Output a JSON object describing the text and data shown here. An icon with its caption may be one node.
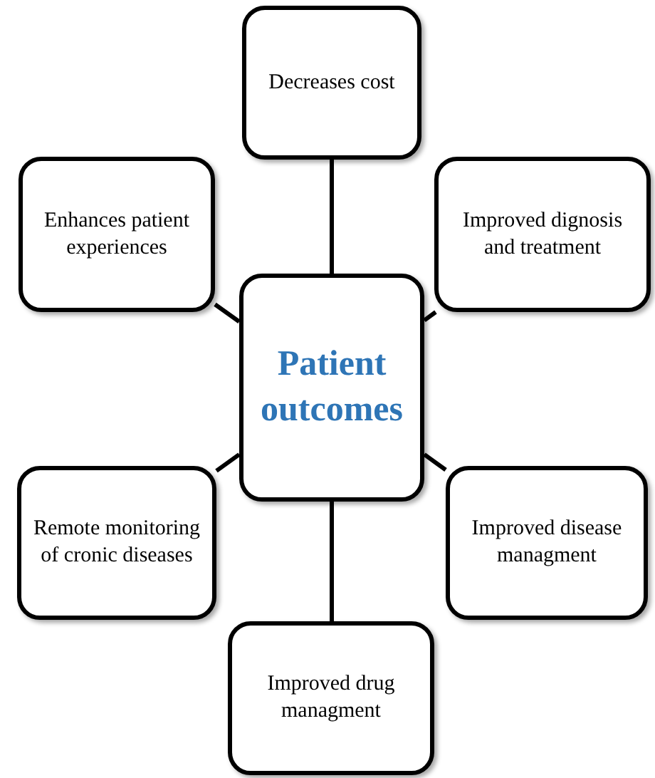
{
  "diagram": {
    "nodes": [
      {
        "text": [
          "Decreases cost"
        ]
      },
      {
        "text": [
          "Enhances patient experiences"
        ]
      },
      {
        "text": [
          "Improved dignosis and treatment"
        ]
      },
      {
        "text": [
          "Patient outcomes"
        ]
      },
      {
        "text": [
          "Remote monitoring of cronic diseases"
        ]
      },
      {
        "text": [
          "Improved disease managment"
        ]
      },
      {
        "text": [
          "Improved drug managment"
        ]
      }
    ],
    "edges": [
      {
        "from": 3,
        "to": 0,
        "arrow": "none"
      },
      {
        "from": 3,
        "to": 1,
        "arrow": "none"
      },
      {
        "from": 3,
        "to": 2,
        "arrow": "none"
      },
      {
        "from": 3,
        "to": 4,
        "arrow": "none"
      },
      {
        "from": 3,
        "to": 5,
        "arrow": "none"
      },
      {
        "from": 3,
        "to": 6,
        "arrow": "none"
      }
    ]
  }
}
